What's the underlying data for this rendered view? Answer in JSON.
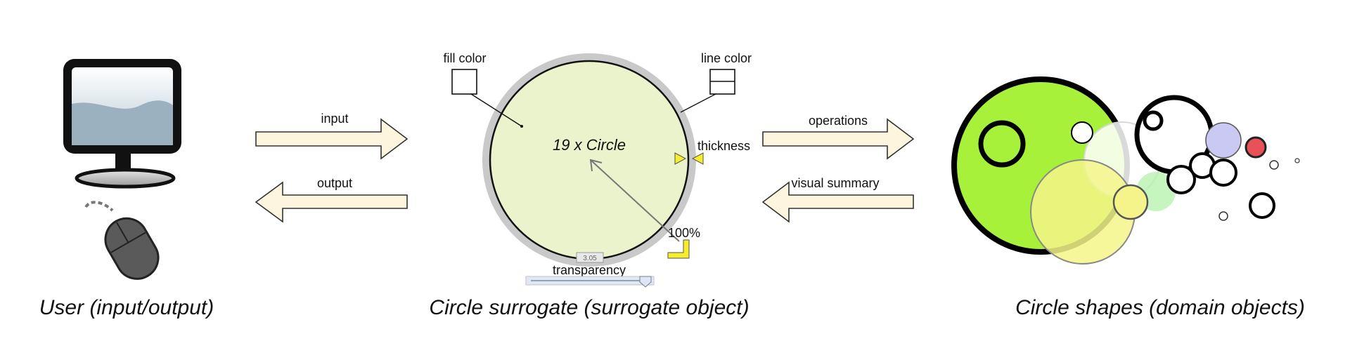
{
  "sections": {
    "user": {
      "caption": "User (input/output)"
    },
    "surrogate": {
      "caption": "Circle surrogate (surrogate object)",
      "center_text": "19 x Circle",
      "fill_color_label": "fill color",
      "line_color_label": "line color",
      "thickness_label": "thickness",
      "transparency_label": "transparency",
      "scale_label": "100%",
      "badge_text": "3.05",
      "colors": {
        "fill": "#eaf3cc",
        "halo": "#c9c9c9",
        "handle": "#f6ee2a"
      }
    },
    "shapes": {
      "caption": "Circle shapes (domain objects)",
      "colors": {
        "green": "#a7f13a",
        "yellow": "#f4f48a",
        "lavender": "#c9c9f3",
        "red": "#e8505a",
        "mint": "#b8f3b0"
      }
    }
  },
  "arrows": {
    "input": "input",
    "output": "output",
    "operations": "operations",
    "visual_summary": "visual summary"
  }
}
